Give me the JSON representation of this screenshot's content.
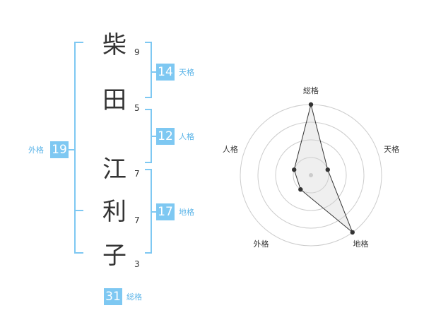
{
  "name": {
    "characters": [
      {
        "char": "柴",
        "strokes": "9"
      },
      {
        "char": "田",
        "strokes": "5"
      },
      {
        "char": "江",
        "strokes": "7"
      },
      {
        "char": "利",
        "strokes": "7"
      },
      {
        "char": "子",
        "strokes": "3"
      }
    ]
  },
  "fortunes": {
    "tenkaku": {
      "label": "天格",
      "value": "14"
    },
    "jinkaku": {
      "label": "人格",
      "value": "12"
    },
    "chikaku": {
      "label": "地格",
      "value": "17"
    },
    "gaikaku": {
      "label": "外格",
      "value": "19"
    },
    "soukaku": {
      "label": "総格",
      "value": "31"
    }
  },
  "colors": {
    "accent": "#7ec8f2",
    "label": "#5bb4e8",
    "text": "#333333",
    "grid": "#cccccc"
  },
  "chart_data": {
    "type": "radar",
    "axes": [
      "総格",
      "天格",
      "地格",
      "外格",
      "人格"
    ],
    "values": [
      4,
      1,
      4,
      1,
      1
    ],
    "max": 4,
    "rings": 4
  }
}
